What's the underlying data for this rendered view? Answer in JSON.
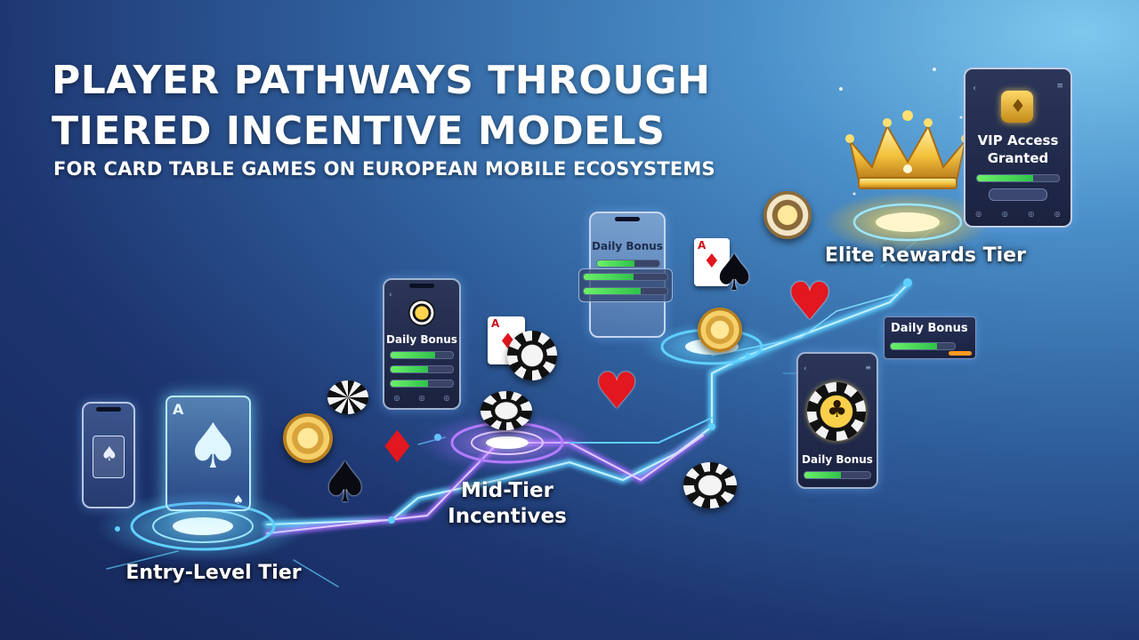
{
  "title_line1": "PLAYER PATHWAYS THROUGH",
  "title_line2": "TIERED INCENTIVE MODELS",
  "subtitle": "FOR CARD TABLE GAMES ON EUROPEAN MOBILE ECOSYSTEMS",
  "tiers": {
    "entry": "Entry-Level Tier",
    "mid_line1": "Mid-Tier",
    "mid_line2": "Incentives",
    "elite": "Elite Rewards Tier"
  },
  "phones": {
    "mid_phone": {
      "label": "Daily Bonus",
      "progress": [
        0.72,
        0.6,
        0.6
      ]
    },
    "floating_phone": {
      "label": "Daily Bonus",
      "progress": [
        0.6,
        0.68
      ]
    },
    "elite_phone": {
      "label": "Daily Bonus",
      "progress": [
        0.55
      ]
    },
    "vip_phone": {
      "label_line1": "VIP Access",
      "label_line2": "Granted",
      "progress": [
        0.68
      ]
    },
    "daily_card": {
      "label": "Daily Bonus",
      "progress": [
        0.72
      ]
    }
  },
  "colors": {
    "path_blue": "#5fd0ff",
    "path_purple": "#a46bff",
    "gold": "#f3c03a",
    "red_suit": "#e2171f",
    "progress_green": "#4fe35a"
  },
  "icons": [
    "spade-icon",
    "heart-icon",
    "diamond-icon",
    "poker-chip-icon",
    "crown-icon",
    "playing-card-icon",
    "phone-icon"
  ]
}
